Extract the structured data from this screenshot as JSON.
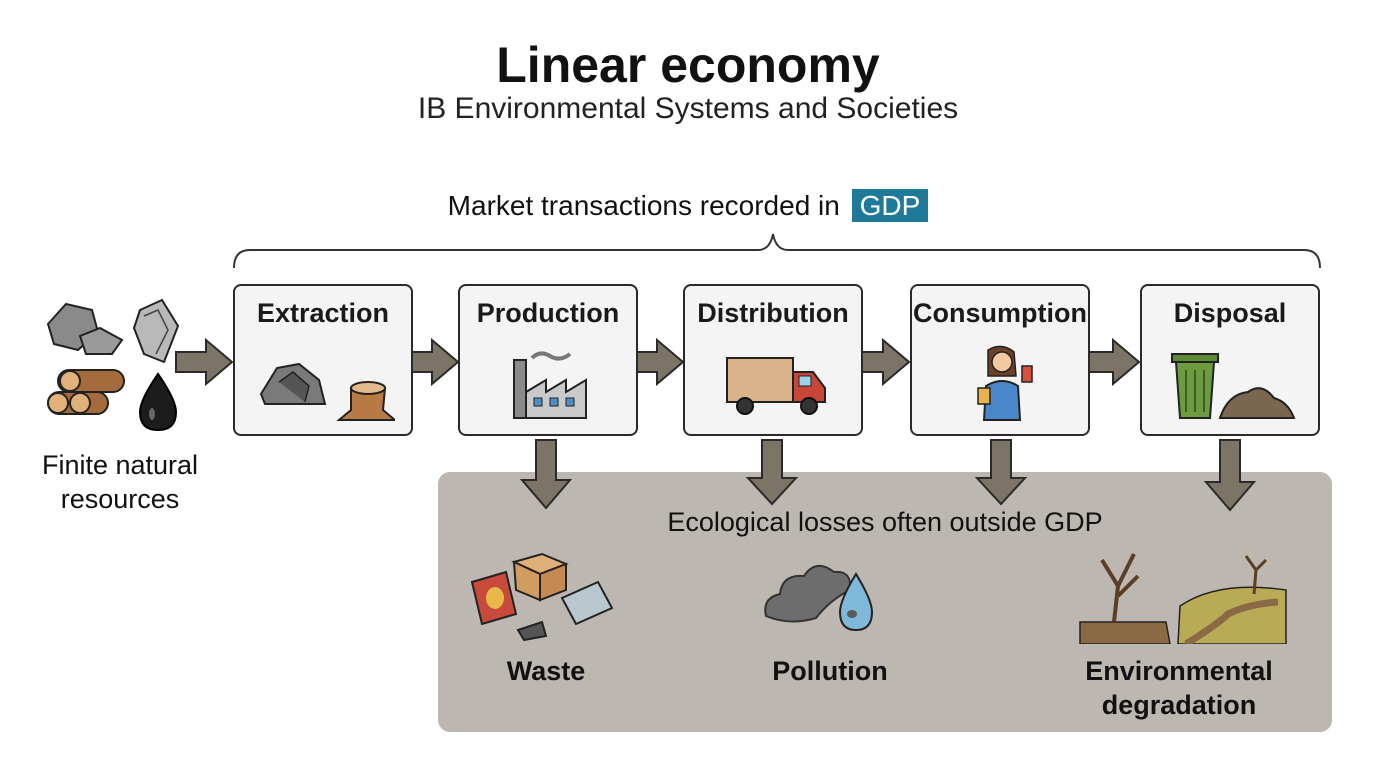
{
  "header": {
    "title": "Linear economy",
    "subtitle": "IB Environmental Systems and Societies"
  },
  "gdp_caption": {
    "text": "Market transactions recorded in",
    "highlight": "GDP",
    "highlight_color": "#1f7a99"
  },
  "resources": {
    "label_line1": "Finite natural",
    "label_line2": "resources",
    "icons": [
      "rock-icon",
      "crystal-icon",
      "logs-icon",
      "oil-drop-icon"
    ]
  },
  "stages": [
    {
      "label": "Extraction",
      "icon": "mining-icon"
    },
    {
      "label": "Production",
      "icon": "factory-icon"
    },
    {
      "label": "Distribution",
      "icon": "truck-icon"
    },
    {
      "label": "Consumption",
      "icon": "consumer-icon"
    },
    {
      "label": "Disposal",
      "icon": "trash-bin-icon"
    }
  ],
  "losses": {
    "title": "Ecological losses often outside GDP",
    "panel_color": "#bcb7b1",
    "items": [
      {
        "label": "Waste",
        "icon": "waste-icon"
      },
      {
        "label": "Pollution",
        "icon": "pollution-icon"
      },
      {
        "label_line1": "Environmental",
        "label_line2": "degradation",
        "icon": "degradation-icon"
      }
    ]
  },
  "colors": {
    "arrow_fill": "#7d7468",
    "stage_border": "#2a2a2a",
    "stage_bg": "#f4f4f4"
  }
}
